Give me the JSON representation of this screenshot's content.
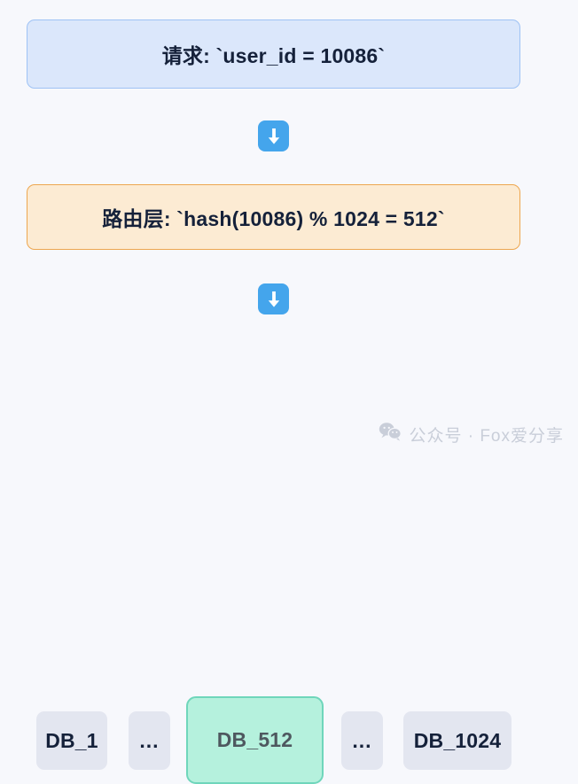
{
  "diagram": {
    "background_color": "#f7f8fc",
    "nodes": {
      "request": {
        "label": "请求: `user_id = 10086`",
        "fill": "#dbe7fb",
        "border": "#9ec2f5",
        "text_color": "#15213a"
      },
      "router": {
        "label": "路由层: `hash(10086) % 1024 = 512`",
        "fill": "#fcebd3",
        "border": "#eda64f",
        "text_color": "#15213a"
      }
    },
    "connectors": [
      {
        "name": "arrow-down-1",
        "icon": "arrow-down-icon",
        "color": "#44a5ec"
      },
      {
        "name": "arrow-down-2",
        "icon": "arrow-down-icon",
        "color": "#44a5ec"
      }
    ],
    "databases": [
      {
        "label": "DB_1",
        "highlighted": false,
        "fill": "#e3e6f0",
        "text_color": "#15213a"
      },
      {
        "label": "...",
        "highlighted": false,
        "fill": "#e3e6f0",
        "text_color": "#15213a"
      },
      {
        "label": "DB_512",
        "highlighted": true,
        "fill": "#b5f1dd",
        "border": "#6fd6bb",
        "text_color": "#4e585f"
      },
      {
        "label": "...",
        "highlighted": false,
        "fill": "#e3e6f0",
        "text_color": "#15213a"
      },
      {
        "label": "DB_1024",
        "highlighted": false,
        "fill": "#e3e6f0",
        "text_color": "#15213a"
      }
    ]
  },
  "watermark": {
    "icon": "wechat-icon",
    "text": "公众号 · Fox爱分享",
    "color": "#c9ced9"
  }
}
